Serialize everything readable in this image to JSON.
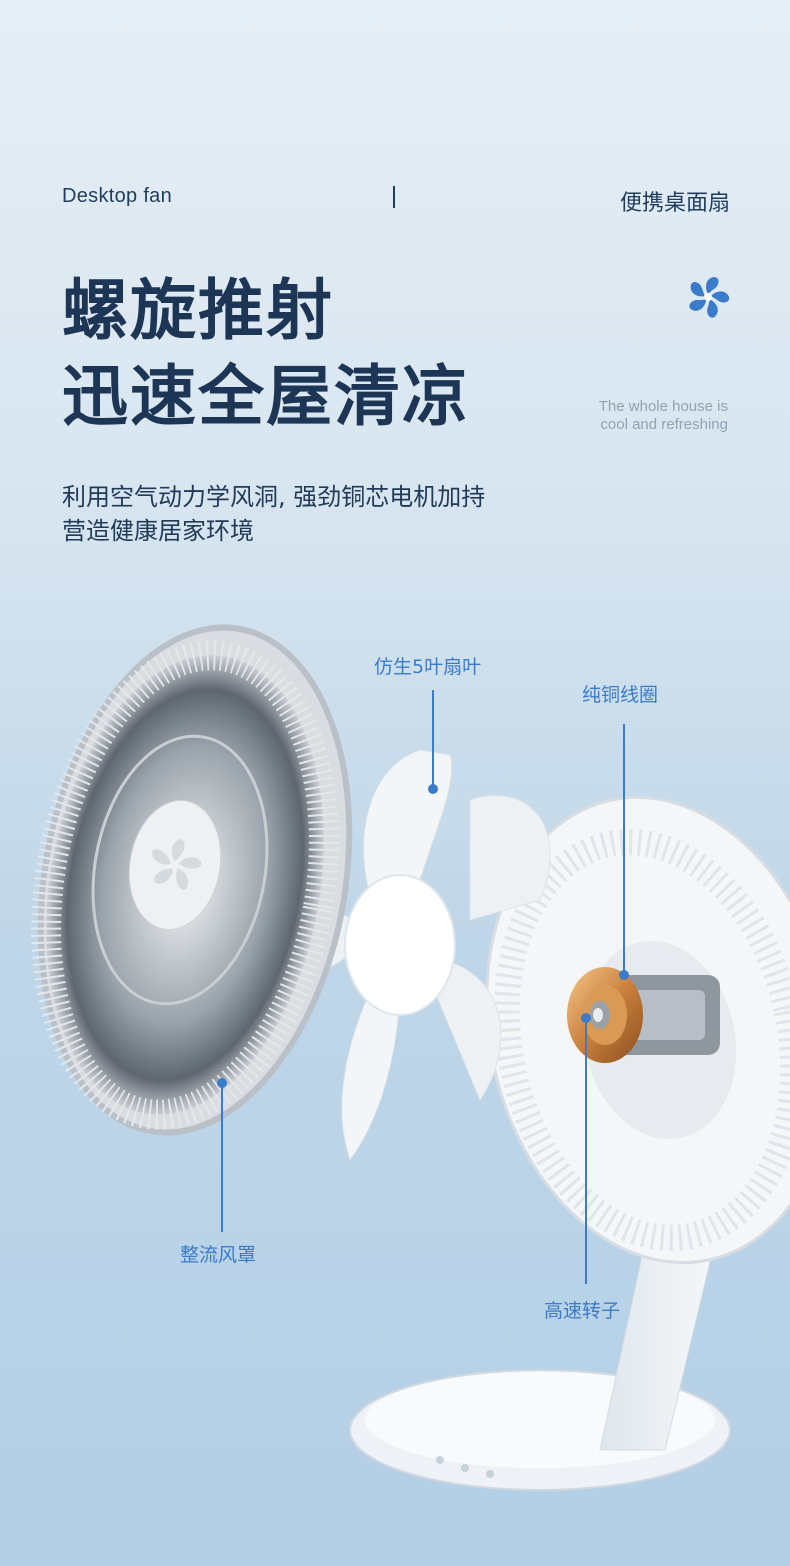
{
  "header": {
    "left_label": "Desktop fan",
    "right_label": "便携桌面扇"
  },
  "headline": {
    "line1": "螺旋推射",
    "line2": "迅速全屋清凉"
  },
  "subtitle_en": {
    "line1": "The whole house is",
    "line2": "cool and refreshing"
  },
  "description": {
    "line1": "利用空气动力学风洞, 强劲铜芯电机加持",
    "line2": "营造健康居家环境"
  },
  "callouts": {
    "blades": "仿生5叶扇叶",
    "coil": "纯铜线圈",
    "cover": "整流风罩",
    "rotor": "高速转子"
  },
  "colors": {
    "accent": "#3a7cc9",
    "heading": "#1d3656"
  },
  "icons": {
    "brand": "fan-icon"
  }
}
